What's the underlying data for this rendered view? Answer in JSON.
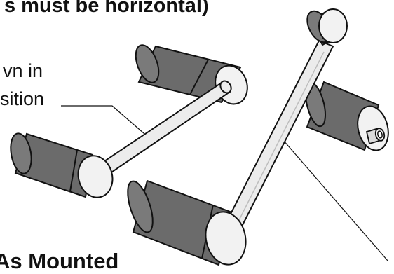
{
  "texts": {
    "top_heading": "s must be horizontal)",
    "label_line1": "vn in",
    "label_line2": "sition",
    "bottom_heading": "As Mounted"
  },
  "colors": {
    "ink": "#111111",
    "roller_side": "#6b6b6b",
    "roller_side_light": "#8a8a8a",
    "roller_face": "#f2f2f2",
    "shaft": "#ececec",
    "background": "#ffffff"
  }
}
